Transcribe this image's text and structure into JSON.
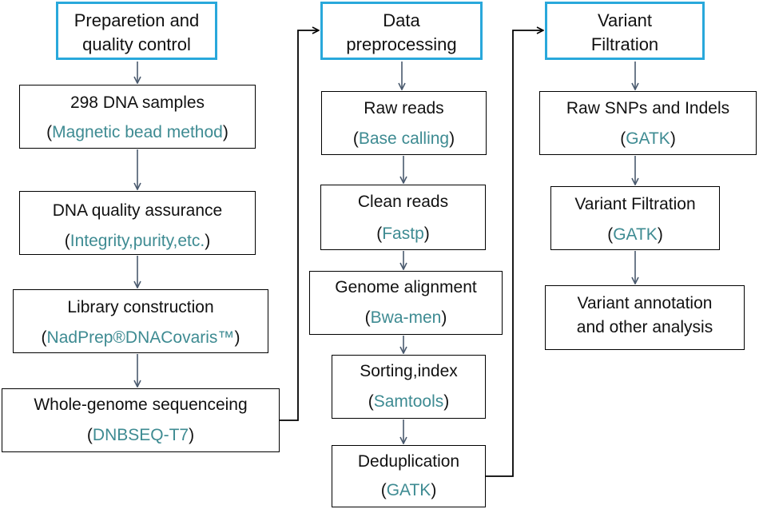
{
  "columns": [
    {
      "header": "Preparetion and quality control",
      "header_lines": [
        "Preparetion and",
        "quality control"
      ],
      "steps": [
        {
          "name": "298 DNA samples",
          "tool": "Magnetic bead method"
        },
        {
          "name": "DNA quality assurance",
          "tool": "Integrity,purity,etc."
        },
        {
          "name": "Library construction",
          "tool": "NadPrep®DNACovaris™"
        },
        {
          "name": "Whole-genome sequenceing",
          "tool": "DNBSEQ-T7"
        }
      ]
    },
    {
      "header": "Data preprocessing",
      "header_lines": [
        "Data",
        "preprocessing"
      ],
      "steps": [
        {
          "name": "Raw reads",
          "tool": "Base calling"
        },
        {
          "name": "Clean reads",
          "tool": "Fastp"
        },
        {
          "name": "Genome alignment",
          "tool": "Bwa-men"
        },
        {
          "name": "Sorting,index",
          "tool": "Samtools"
        },
        {
          "name": "Deduplication",
          "tool": "GATK"
        }
      ]
    },
    {
      "header": "Variant Filtration",
      "header_lines": [
        "Variant",
        "Filtration"
      ],
      "steps": [
        {
          "name": "Raw SNPs and Indels",
          "tool": "GATK"
        },
        {
          "name": "Variant Filtration",
          "tool": "GATK"
        },
        {
          "name": "Variant annotation and other analysis",
          "lines": [
            "Variant annotation",
            "and other analysis"
          ]
        }
      ]
    }
  ],
  "colors": {
    "header_border": "#29a8db",
    "tool_text": "#3e8b92",
    "arrow": "#4a5a6e",
    "connector": "#000000"
  }
}
